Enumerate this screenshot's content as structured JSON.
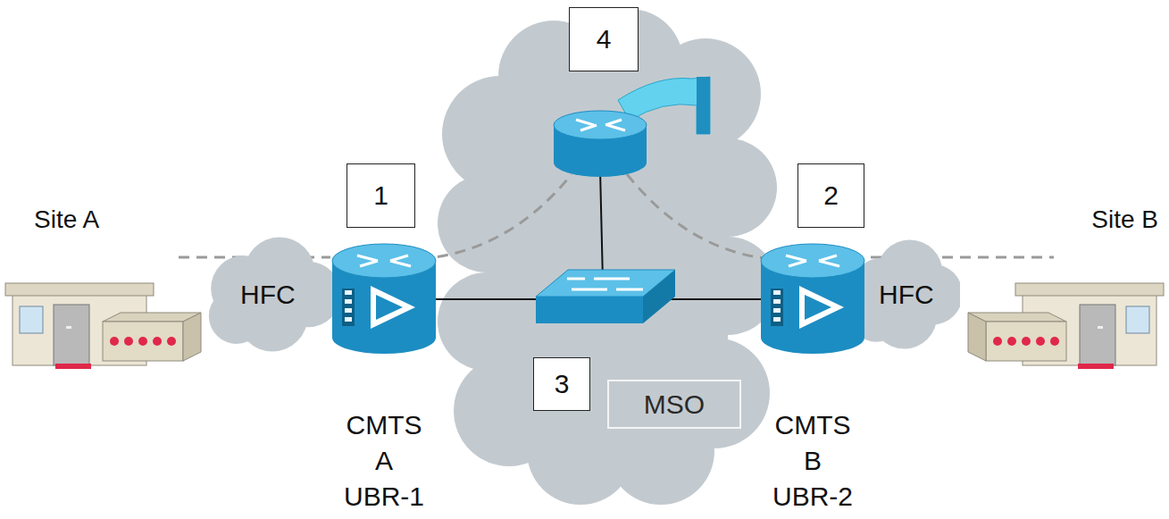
{
  "diagram": {
    "nodes": [
      {
        "text": [
          "Site A"
        ]
      },
      {
        "text": [
          "HFC"
        ]
      },
      {
        "text": [
          "CMTS A UBR-1"
        ]
      },
      {
        "text": [
          "MSO"
        ]
      },
      {
        "text": [
          "CMTS B UBR-2"
        ]
      },
      {
        "text": [
          "HFC"
        ]
      },
      {
        "text": [
          "Site B"
        ]
      }
    ],
    "edges": [
      {
        "from": 2,
        "to": 4,
        "arrow": "none"
      }
    ],
    "labels": [
      "4",
      "1",
      "2",
      "3"
    ]
  }
}
